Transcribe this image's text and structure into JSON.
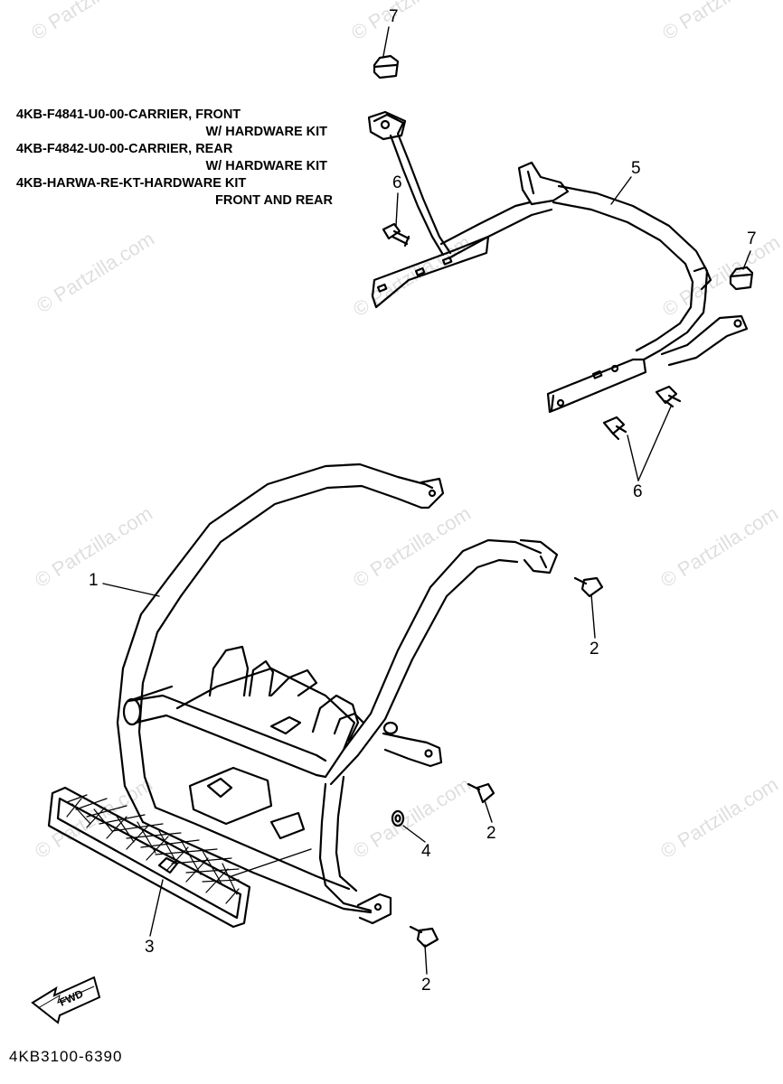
{
  "notes": [
    "4KB-F4841-U0-00-CARRIER, FRONT",
    "W/ HARDWARE KIT",
    "4KB-F4842-U0-00-CARRIER, REAR",
    "W/ HARDWARE KIT",
    "4KB-HARWA-RE-KT-HARDWARE KIT",
    "FRONT AND REAR"
  ],
  "callouts": {
    "c1": "1",
    "c2a": "2",
    "c2b": "2",
    "c2c": "2",
    "c3": "3",
    "c4": "4",
    "c5": "5",
    "c6a": "6",
    "c6b": "6",
    "c7a": "7",
    "c7b": "7"
  },
  "fwd_label": "FWD",
  "footer_code": "4KB3100-6390",
  "watermark": "© Partzilla.com"
}
